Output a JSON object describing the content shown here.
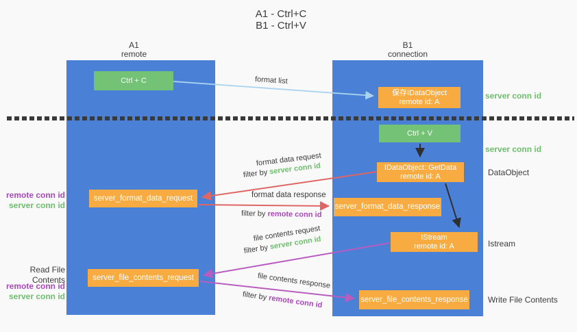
{
  "title": {
    "line1": "A1 - Ctrl+C",
    "line2": "B1 - Ctrl+V"
  },
  "lanes": {
    "left": {
      "name": "A1",
      "role": "remote"
    },
    "right": {
      "name": "B1",
      "role": "connection"
    }
  },
  "nodes": {
    "ctrl_c": {
      "label": "Ctrl + C"
    },
    "ctrl_v": {
      "label": "Ctrl + V"
    },
    "save_idataobject": {
      "line1": "保存IDataObject",
      "line2": "remote id: A"
    },
    "getdata": {
      "line1": "IDataObject::GetData",
      "line2": "remote id: A"
    },
    "istream": {
      "line1": "IStream",
      "line2": "remote id: A"
    },
    "server_format_data_request": {
      "label": "server_format_data_request"
    },
    "server_format_data_response": {
      "label": "server_format_data_response"
    },
    "server_file_contents_request": {
      "label": "server_file_contents_request"
    },
    "server_file_contents_response": {
      "label": "server_file_contents_response"
    }
  },
  "edge_labels": {
    "format_list": "format list",
    "format_data_request": "format data request",
    "format_data_response": "format data response",
    "file_contents_request": "file contents request",
    "file_contents_response": "file contents response",
    "filter_by": "filter by ",
    "server_conn_id": "server conn id",
    "remote_conn_id": "remote conn id"
  },
  "side_labels": {
    "server_conn_id_top": "server conn id",
    "server_conn_id_mid": "server conn id",
    "dataobject": "DataObject",
    "istream": "Istream",
    "write_file_contents": "Write File Contents",
    "read_file_contents": "Read File Contents",
    "remote_conn_id": "remote conn id",
    "server_conn_id": "server conn id"
  },
  "colors": {
    "background": "#f9f9f9",
    "lane_blue": "#4a80d6",
    "node_green": "#74c276",
    "node_orange": "#f7ab40",
    "arrow_light_blue": "#a9d3ef",
    "arrow_red": "#e06565",
    "arrow_magenta": "#b95cc0",
    "arrow_black": "#2f2f2f",
    "text_green": "#6dbf6d",
    "text_purple": "#ab47bc",
    "text_gray": "#3a3a3a"
  }
}
